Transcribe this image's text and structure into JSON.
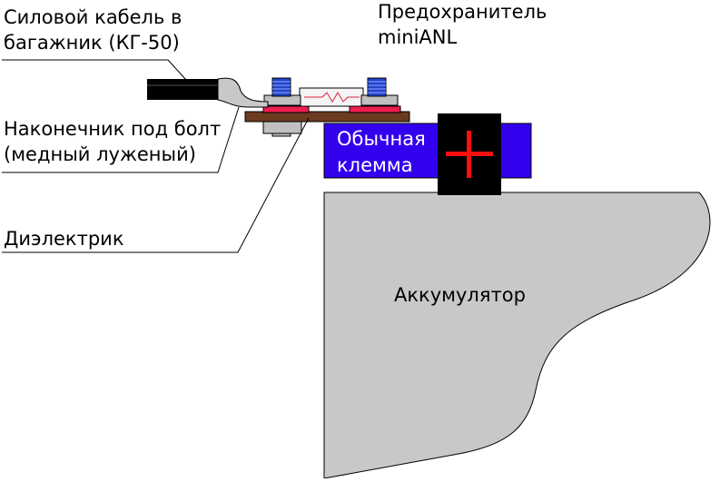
{
  "labels": {
    "cable_line1": "Силовой кабель в",
    "cable_line2": "багажник (КГ-50)",
    "fuse_line1": "Предохранитель",
    "fuse_line2": "miniANL",
    "lug_line1": "Наконечник под болт",
    "lug_line2": "(медный луженый)",
    "dielectric": "Диэлектрик",
    "terminal_line1": "Обычная",
    "terminal_line2": "клемма",
    "battery": "Аккумулятор"
  },
  "colors": {
    "background": "#ffffff",
    "terminal_block": "#3300ee",
    "terminal_post": "#000000",
    "plus_sign": "#ff1010",
    "battery_fill": "#c8c8c8",
    "dielectric_plate": "#6b3a1f",
    "fuse_pads": "#ee1e50",
    "bolt_thread": "#2244cc",
    "nut": "#c0c0c0",
    "cable": "#000000",
    "lug": "#c8c8c8"
  },
  "icons": {
    "plus": "plus-sign-icon",
    "fuse_element": "fuse-element-icon"
  }
}
